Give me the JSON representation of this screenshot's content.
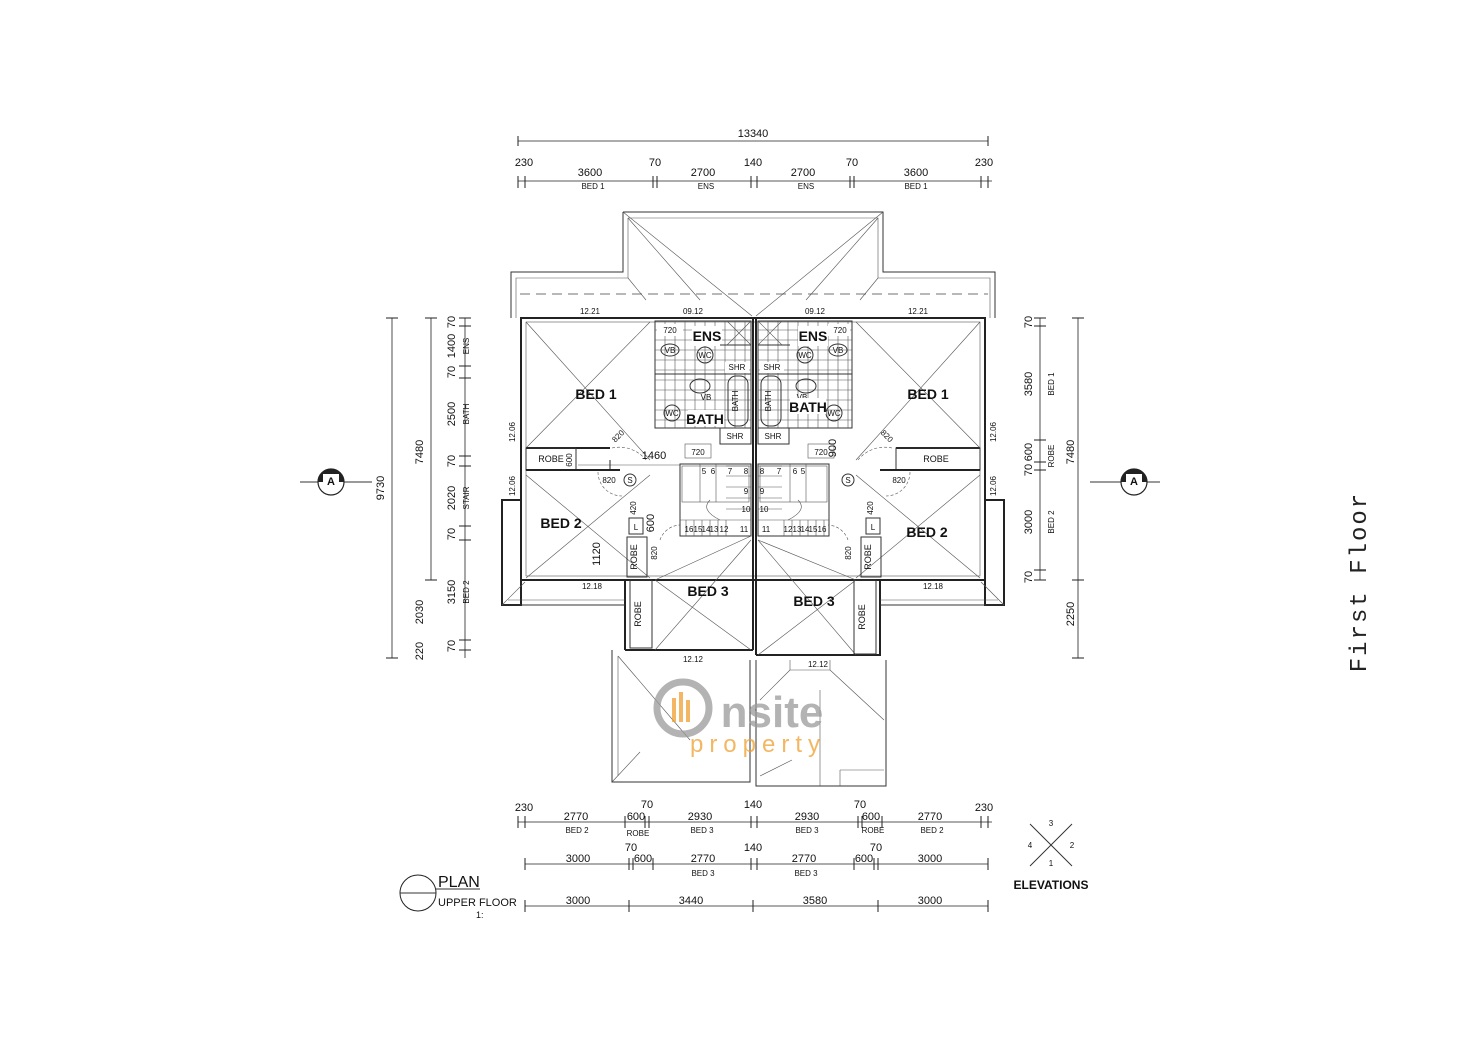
{
  "view_title": "First Floor",
  "plan_label": {
    "title": "PLAN",
    "subtitle": "UPPER FLOOR",
    "scale": "1:"
  },
  "elevations": {
    "label": "ELEVATIONS",
    "markers": [
      "1",
      "2",
      "3",
      "4"
    ]
  },
  "section_marker": "A",
  "watermark": {
    "brand": "nsite",
    "sub": "property",
    "colors": {
      "grey": "#9a9a9a",
      "orange": "#f0a030"
    }
  },
  "rooms": {
    "bed1": "BED 1",
    "bed2": "BED 2",
    "bed3": "BED 3",
    "ens": "ENS",
    "bath": "BATH",
    "robe": "ROBE",
    "shr": "SHR",
    "vb": "VB",
    "wc": "WC",
    "bath_tub": "BATH",
    "stair_s": "S",
    "linen": "L"
  },
  "levels": {
    "bed": "12.21",
    "ens": "09.12",
    "robe": "12.06",
    "bed2": "12.18",
    "bed3": "12.12"
  },
  "top_dims": {
    "overall": "13340",
    "row": [
      {
        "v": "230",
        "l": ""
      },
      {
        "v": "3600",
        "l": "BED 1"
      },
      {
        "v": "70",
        "l": ""
      },
      {
        "v": "2700",
        "l": "ENS"
      },
      {
        "v": "140",
        "l": ""
      },
      {
        "v": "2700",
        "l": "ENS"
      },
      {
        "v": "70",
        "l": ""
      },
      {
        "v": "3600",
        "l": "BED 1"
      },
      {
        "v": "230",
        "l": ""
      }
    ]
  },
  "bottom_dims": {
    "row1": [
      {
        "v": "230",
        "l": ""
      },
      {
        "v": "2770",
        "l": "BED 2"
      },
      {
        "v": "600",
        "l": "ROBE"
      },
      {
        "v": "70",
        "l": ""
      },
      {
        "v": "2930",
        "l": "BED 3"
      },
      {
        "v": "140",
        "l": ""
      },
      {
        "v": "2930",
        "l": "BED 3"
      },
      {
        "v": "70",
        "l": ""
      },
      {
        "v": "600",
        "l": "ROBE"
      },
      {
        "v": "2770",
        "l": "BED 2"
      },
      {
        "v": "230",
        "l": ""
      }
    ],
    "row2": [
      {
        "v": "3000",
        "l": ""
      },
      {
        "v": "70",
        "l": ""
      },
      {
        "v": "600",
        "l": ""
      },
      {
        "v": "2770",
        "l": "BED 3"
      },
      {
        "v": "140",
        "l": ""
      },
      {
        "v": "2770",
        "l": "BED 3"
      },
      {
        "v": "70",
        "l": ""
      },
      {
        "v": "600",
        "l": ""
      },
      {
        "v": "3000",
        "l": ""
      }
    ],
    "row3": [
      "3000",
      "3440",
      "3580",
      "3000"
    ]
  },
  "left_dims": {
    "overall": "9730",
    "sub": "7480",
    "lower": [
      "2030",
      "220"
    ],
    "detail": [
      {
        "v": "70",
        "l": ""
      },
      {
        "v": "1400",
        "l": "ENS"
      },
      {
        "v": "70",
        "l": ""
      },
      {
        "v": "2500",
        "l": "BATH"
      },
      {
        "v": "70",
        "l": ""
      },
      {
        "v": "2020",
        "l": "STAIR"
      },
      {
        "v": "70",
        "l": ""
      },
      {
        "v": "3150",
        "l": "BED 2"
      },
      {
        "v": "70",
        "l": ""
      }
    ]
  },
  "right_dims": {
    "overall": "7480",
    "lower": "2250",
    "detail": [
      {
        "v": "70",
        "l": ""
      },
      {
        "v": "3580",
        "l": "BED 1"
      },
      {
        "v": "600",
        "l": "ROBE"
      },
      {
        "v": "70",
        "l": ""
      },
      {
        "v": "3000",
        "l": "BED 2"
      },
      {
        "v": "70",
        "l": ""
      }
    ]
  },
  "interior_dims": {
    "d720": "720",
    "d820": "820",
    "d600": "600",
    "d1460": "1460",
    "d900": "900",
    "d420": "420",
    "d1120": "1120"
  },
  "stair_numbers_left": [
    "5",
    "6",
    "7",
    "8",
    "9",
    "10",
    "11",
    "12",
    "13",
    "14",
    "15",
    "16"
  ],
  "stair_numbers_right": [
    "8",
    "7",
    "6",
    "5",
    "9",
    "10",
    "11",
    "12",
    "13",
    "14",
    "15",
    "16"
  ]
}
